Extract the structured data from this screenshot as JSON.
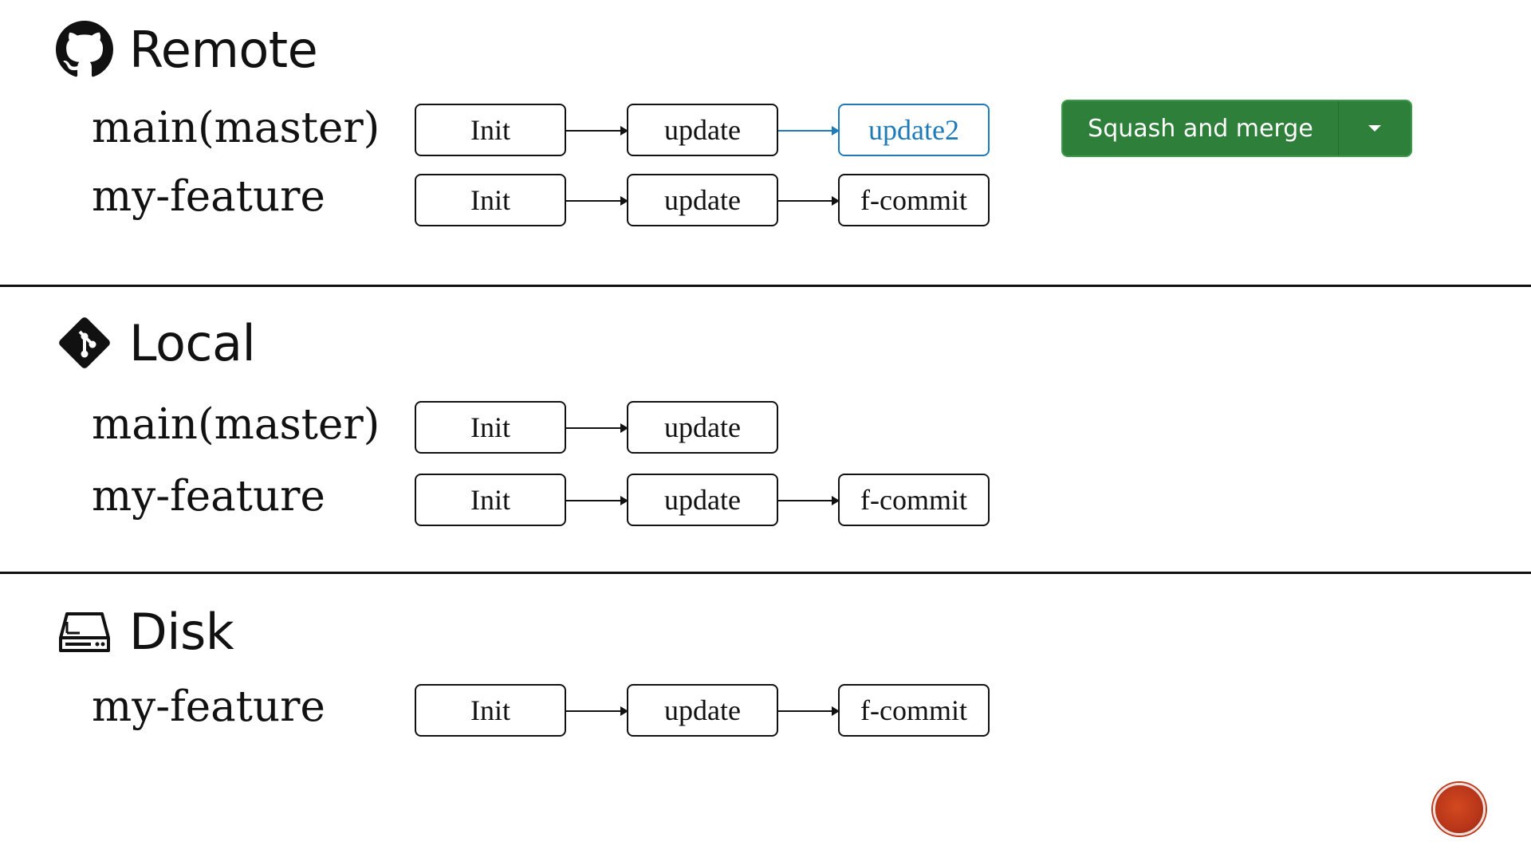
{
  "sections": {
    "remote": {
      "title": "Remote",
      "icon": "github-icon",
      "branches": {
        "main": {
          "label": "main(master)",
          "commits": [
            "Init",
            "update",
            "update2"
          ]
        },
        "feature": {
          "label": "my-feature",
          "commits": [
            "Init",
            "update",
            "f-commit"
          ]
        }
      },
      "merge_button": {
        "label": "Squash and merge",
        "caret_icon": "caret-down-icon"
      }
    },
    "local": {
      "title": "Local",
      "icon": "git-icon",
      "branches": {
        "main": {
          "label": "main(master)",
          "commits": [
            "Init",
            "update"
          ]
        },
        "feature": {
          "label": "my-feature",
          "commits": [
            "Init",
            "update",
            "f-commit"
          ]
        }
      }
    },
    "disk": {
      "title": "Disk",
      "icon": "hard-drive-icon",
      "branches": {
        "feature": {
          "label": "my-feature",
          "commits": [
            "Init",
            "update",
            "f-commit"
          ]
        }
      }
    }
  },
  "colors": {
    "highlight_commit": "#1f7ab8",
    "merge_button": "#2d7f3a",
    "record_dot": "#c0391c"
  }
}
